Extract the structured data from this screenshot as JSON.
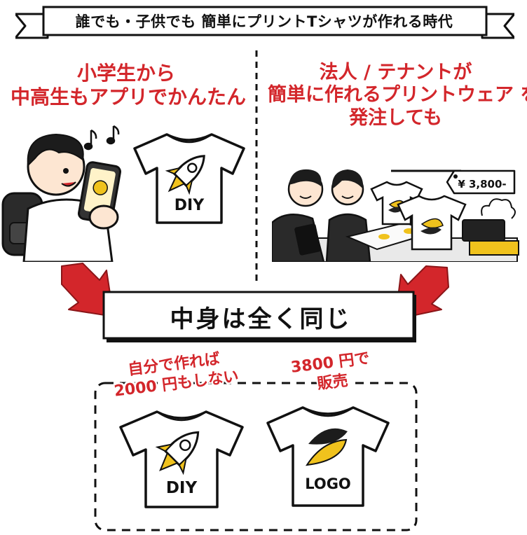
{
  "banner": {
    "text": "誰でも・子供でも 簡単にプリントTシャツが作れる時代"
  },
  "left": {
    "heading_line1": "小学生から",
    "heading_line2": "中高生もアプリでかんたん",
    "shirt_label": "DIY"
  },
  "right": {
    "heading_line1": "法人 / テナントが",
    "heading_line2": "簡単に作れるプリントウェア を",
    "heading_line3": "発注しても",
    "price_tag": "¥ 3,800-"
  },
  "center": {
    "text": "中身は全く同じ"
  },
  "bottom": {
    "diy_caption_line1": "自分で作れば",
    "diy_caption_line2": "2000 円もしない",
    "logo_caption_line1": "3800 円で",
    "logo_caption_line2": "販売",
    "diy_shirt_label": "DIY",
    "logo_shirt_label": "LOGO"
  },
  "colors": {
    "accent_red": "#d3262b",
    "logo_yellow": "#f0c21d",
    "ink": "#111111"
  }
}
